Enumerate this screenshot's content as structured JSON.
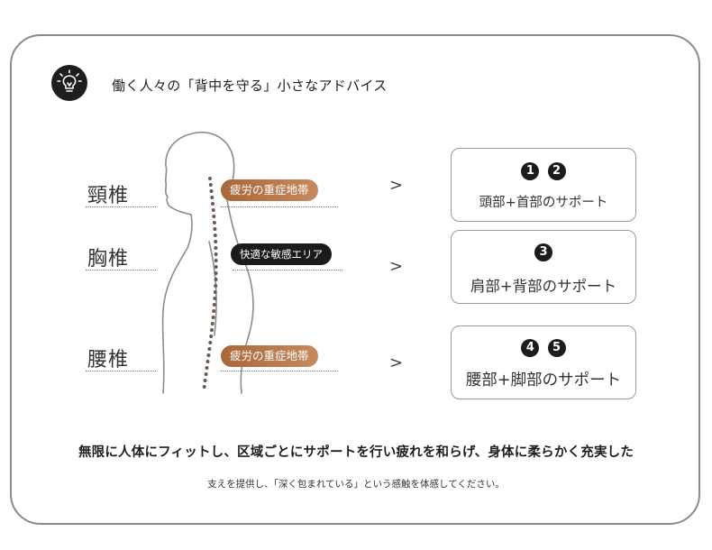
{
  "header": {
    "icon": "lightbulb-icon",
    "title": "働く人々の「背中を守る」小さなアドバイス"
  },
  "regions": [
    {
      "label": "頸椎",
      "pill": "疲労の重症地帯",
      "pill_style": "brown"
    },
    {
      "label": "胸椎",
      "pill": "快適な敏感エリア",
      "pill_style": "black"
    },
    {
      "label": "腰椎",
      "pill": "疲労の重症地帯",
      "pill_style": "brown"
    }
  ],
  "arrow": ">",
  "support_boxes": [
    {
      "numbers": [
        "1",
        "2"
      ],
      "text": "頭部+首部のサポート"
    },
    {
      "numbers": [
        "3"
      ],
      "text": "肩部+背部のサポート"
    },
    {
      "numbers": [
        "4",
        "5"
      ],
      "text": "腰部+脚部のサポート"
    }
  ],
  "footer": {
    "line1": "無限に人体にフィットし、区域ごとにサポートを行い疲れを和らげ、身体に柔らかく充実した",
    "line2": "支えを提供し、「深く包まれている」という感触を体感してください。"
  },
  "colors": {
    "accent_brown": "#b57546",
    "dark": "#1b1b1b",
    "border": "#8a8a8a"
  }
}
